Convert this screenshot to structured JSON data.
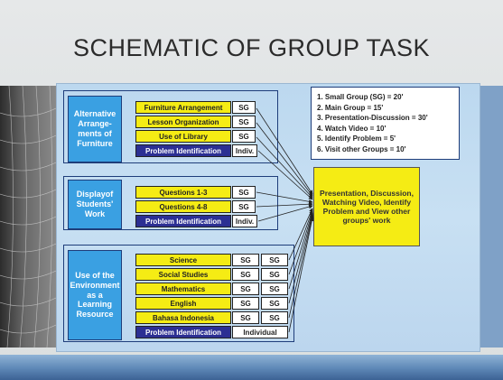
{
  "title": "SCHEMATIC OF GROUP TASK",
  "colors": {
    "category_fill": "#3aa0e2",
    "task_fill": "#f5ec14",
    "problem_fill": "#2c2f93",
    "panel_bg": "#c0daf0"
  },
  "groups": [
    {
      "category": "Alternative Arrange-ments of Furniture",
      "tasks": [
        {
          "label": "Furniture Arrangement",
          "group": "SG"
        },
        {
          "label": "Lesson Organization",
          "group": "SG"
        },
        {
          "label": "Use of Library",
          "group": "SG"
        },
        {
          "label": "Problem Identification",
          "group": "Indiv."
        }
      ]
    },
    {
      "category": "Displayof Students' Work",
      "tasks": [
        {
          "label": "Questions 1-3",
          "group": "SG"
        },
        {
          "label": "Questions 4-8",
          "group": "SG"
        },
        {
          "label": "Problem Identification",
          "group": "Indiv."
        }
      ]
    },
    {
      "category": "Use of the Environment as a Learning Resource",
      "tasks": [
        {
          "label": "Science",
          "group": "SG",
          "group2": "SG"
        },
        {
          "label": "Social Studies",
          "group": "SG",
          "group2": "SG"
        },
        {
          "label": "Mathematics",
          "group": "SG",
          "group2": "SG"
        },
        {
          "label": "English",
          "group": "SG",
          "group2": "SG"
        },
        {
          "label": "Bahasa Indonesia",
          "group": "SG",
          "group2": "SG"
        },
        {
          "label": "Problem Identification",
          "group": "Individual"
        }
      ]
    }
  ],
  "legend": [
    "1. Small Group (SG) = 20'",
    "2. Main Group = 15'",
    "3. Presentation-Discussion = 30'",
    "4. Watch Video = 10'",
    "5. Identify Problem = 5'",
    "6. Visit other Groups = 10'"
  ],
  "presentation": "Presentation, Discussion, Watching Video, Identify Problem and View other groups' work"
}
